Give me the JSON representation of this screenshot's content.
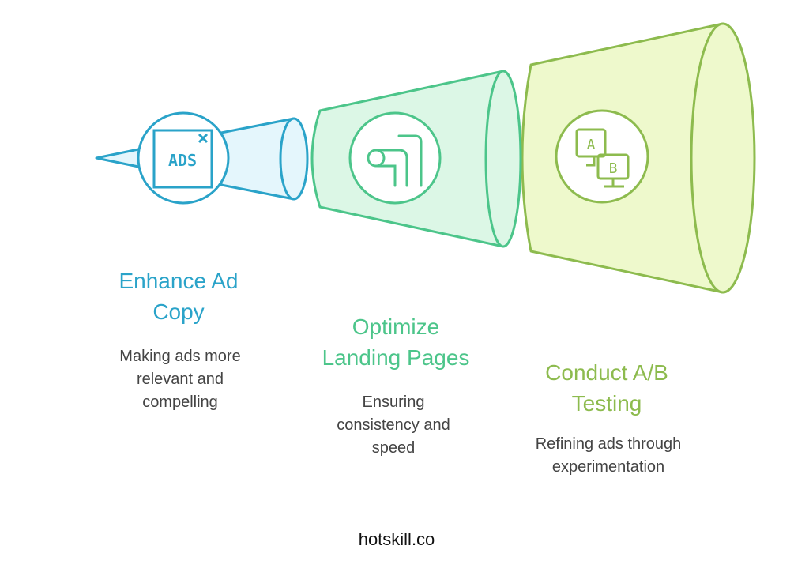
{
  "colors": {
    "stage1": "#2aa3c9",
    "stage2": "#4cc58a",
    "stage3": "#8dbb4e",
    "text": "#444444"
  },
  "stages": [
    {
      "title_line1": "Enhance Ad",
      "title_line2": "Copy",
      "desc": [
        "Making ads more",
        "relevant and",
        "compelling"
      ],
      "icon": "ads-icon",
      "icon_text": "ADS"
    },
    {
      "title_line1": "Optimize",
      "title_line2": "Landing Pages",
      "desc": [
        "Ensuring",
        "consistency and",
        "speed"
      ],
      "icon": "landing-path-icon"
    },
    {
      "title_line1": "Conduct A/B",
      "title_line2": "Testing",
      "desc": [
        "Refining ads through",
        "experimentation"
      ],
      "icon": "ab-test-icon",
      "icon_text_a": "A",
      "icon_text_b": "B"
    }
  ],
  "footer": "hotskill.co"
}
